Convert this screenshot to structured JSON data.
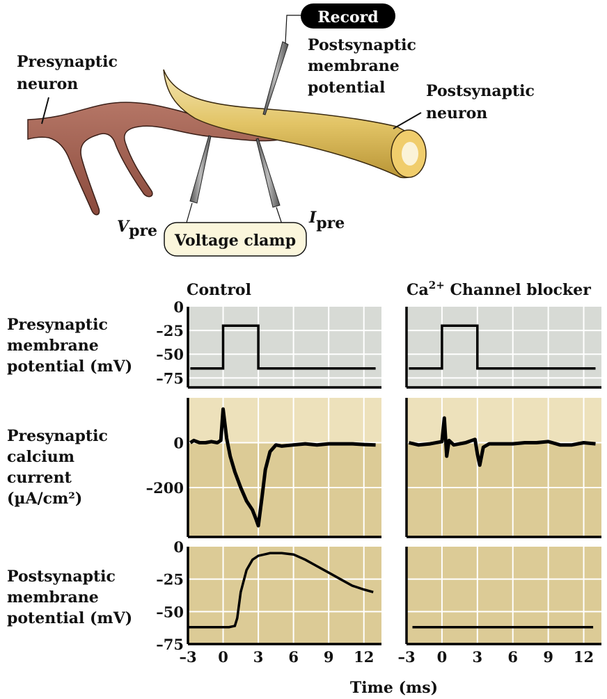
{
  "illustration": {
    "record_label": "Record",
    "record_caption": [
      "Postsynaptic",
      "membrane",
      "potential"
    ],
    "presynaptic_label": [
      "Presynaptic",
      "neuron"
    ],
    "postsynaptic_label": [
      "Postsynaptic",
      "neuron"
    ],
    "vpre_label": {
      "main": "V",
      "sub": "pre"
    },
    "ipre_label": {
      "main": "I",
      "sub": "pre"
    },
    "clamp_label": "Voltage clamp",
    "colors": {
      "presynaptic": "#9c5a4a",
      "postsynaptic": "#e0c060",
      "record_box": "#000000",
      "clamp_box": "#fbf6dc"
    }
  },
  "row_labels": [
    [
      "Presynaptic",
      "membrane",
      "potential (mV)"
    ],
    [
      "Presynaptic",
      "calcium",
      "current",
      "(µA/cm²)"
    ],
    [
      "Postsynaptic",
      "membrane",
      "potential (mV)"
    ]
  ],
  "column_titles": {
    "control": "Control",
    "blocker_prefix": "Ca",
    "blocker_sup": "2+",
    "blocker_suffix": " Channel blocker"
  },
  "x_axis_label": "Time (ms)",
  "chart_data": [
    {
      "type": "line",
      "title": "Control - Presynaptic membrane potential",
      "xlabel": "Time (ms)",
      "ylabel": "Presynaptic membrane potential (mV)",
      "xlim": [
        -3,
        13.5
      ],
      "ylim": [
        -85,
        0
      ],
      "yticks": [
        0,
        -25,
        -50,
        -75
      ],
      "x": [
        -2.8,
        0,
        0,
        3,
        3,
        13
      ],
      "y": [
        -65,
        -65,
        -20,
        -20,
        -65,
        -65
      ],
      "background": "#d7dad5"
    },
    {
      "type": "line",
      "title": "Ca2+ Channel blocker - Presynaptic membrane potential",
      "xlim": [
        -3,
        13.5
      ],
      "ylim": [
        -85,
        0
      ],
      "x": [
        -2.8,
        0,
        0,
        3,
        3,
        13
      ],
      "y": [
        -65,
        -65,
        -20,
        -20,
        -65,
        -65
      ],
      "background": "#d7dad5"
    },
    {
      "type": "line",
      "title": "Control - Presynaptic calcium current",
      "ylabel": "Presynaptic calcium current (µA/cm²)",
      "xlim": [
        -3,
        13.5
      ],
      "ylim": [
        -420,
        200
      ],
      "yticks": [
        0,
        -200
      ],
      "x": [
        -2.8,
        -2.5,
        -2,
        -1.5,
        -1,
        -0.5,
        -0.2,
        0,
        0.3,
        0.6,
        1,
        1.5,
        2,
        2.5,
        2.8,
        3,
        3.3,
        3.6,
        4,
        4.5,
        5,
        6,
        7,
        8,
        9,
        10,
        11,
        12,
        13
      ],
      "y": [
        0,
        10,
        0,
        0,
        5,
        0,
        10,
        150,
        20,
        -60,
        -130,
        -200,
        -260,
        -300,
        -340,
        -370,
        -250,
        -120,
        -40,
        -10,
        -15,
        -10,
        -5,
        -10,
        -5,
        -5,
        -5,
        -8,
        -10
      ],
      "background_upper": "#ede1bb",
      "background_lower": "#dccb96"
    },
    {
      "type": "line",
      "title": "Ca2+ Channel blocker - Presynaptic calcium current",
      "xlim": [
        -3,
        13.5
      ],
      "ylim": [
        -420,
        200
      ],
      "x": [
        -2.8,
        -2,
        -1,
        0,
        0.2,
        0.4,
        0.6,
        1,
        2,
        2.8,
        3,
        3.2,
        3.5,
        4,
        5,
        6,
        7,
        8,
        9,
        10,
        11,
        12,
        13
      ],
      "y": [
        0,
        -10,
        -5,
        5,
        110,
        -60,
        10,
        -10,
        0,
        15,
        -50,
        -100,
        -20,
        -5,
        -5,
        -5,
        0,
        0,
        5,
        -10,
        -10,
        0,
        -5
      ],
      "background_upper": "#ede1bb",
      "background_lower": "#dccb96"
    },
    {
      "type": "line",
      "title": "Control - Postsynaptic membrane potential",
      "xlabel": "Time (ms)",
      "ylabel": "Postsynaptic membrane potential (mV)",
      "xlim": [
        -3,
        13.5
      ],
      "ylim": [
        -75,
        0
      ],
      "yticks": [
        0,
        -25,
        -50,
        -75
      ],
      "xticks": [
        -3,
        0,
        3,
        6,
        9,
        12
      ],
      "x": [
        -3,
        0.5,
        1,
        1.2,
        1.5,
        2,
        2.5,
        3,
        4,
        5,
        6,
        7,
        8,
        9,
        10,
        11,
        12,
        12.8
      ],
      "y": [
        -62,
        -62,
        -61,
        -55,
        -35,
        -18,
        -10,
        -7,
        -5,
        -5,
        -6,
        -10,
        -15,
        -20,
        -25,
        -30,
        -33,
        -35
      ],
      "background": "#dccb96"
    },
    {
      "type": "line",
      "title": "Ca2+ Channel blocker - Postsynaptic membrane potential",
      "xlim": [
        -3,
        13.5
      ],
      "ylim": [
        -75,
        0
      ],
      "xticks": [
        -3,
        0,
        3,
        6,
        9,
        12
      ],
      "x": [
        -2.5,
        12.8
      ],
      "y": [
        -62,
        -62
      ],
      "background": "#dccb96"
    }
  ]
}
